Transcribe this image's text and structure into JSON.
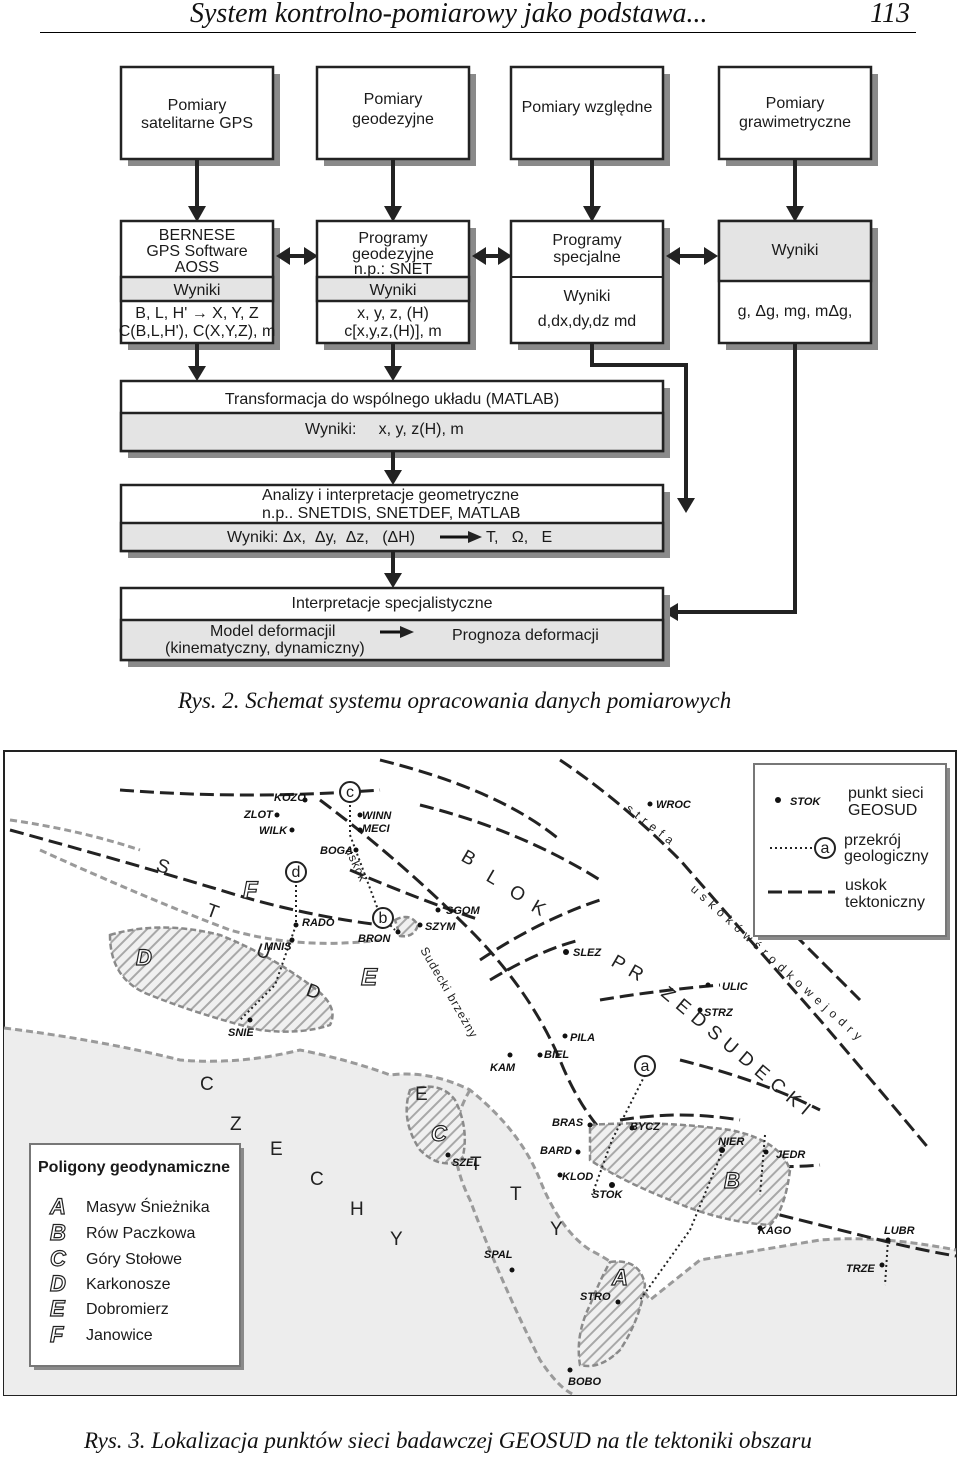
{
  "header": {
    "title": "System  kontrolno-pomiarowy  jako  podstawa...",
    "page": "113"
  },
  "fig2": {
    "top": [
      {
        "l1": "Pomiary",
        "l2": "satelitarne GPS"
      },
      {
        "l1": "Pomiary",
        "l2": "geodezyjne"
      },
      {
        "l1": "Pomiary względne",
        "l2": ""
      },
      {
        "l1": "Pomiary",
        "l2": "grawimetryczne"
      }
    ],
    "prog": [
      {
        "l1": "BERNESE",
        "l2": "GPS Software",
        "l3": "AOSS",
        "w": "Wyniki",
        "r1": "B, L, H' → X, Y, Z",
        "r2": "C(B,L,H'), C(X,Y,Z), m"
      },
      {
        "l1": "Programy",
        "l2": "geodezyjne",
        "l3": "n.p.:  SNET",
        "w": "Wyniki",
        "r1": "x, y, z, (H)",
        "r2": "c[x,y,z,(H)], m"
      },
      {
        "l1": "Programy",
        "l2": "specjalne",
        "l3": "",
        "w": "Wyniki",
        "r1": "d,dx,dy,dz  md",
        "r2": ""
      },
      {
        "l1": "Wyniki",
        "l2": "",
        "l3": "",
        "w": "",
        "r1": "g, Δg,  mg, mΔg,",
        "r2": ""
      }
    ],
    "transform": {
      "title": "Transformacja do wspólnego układu (MATLAB)",
      "result": "Wyniki:     x, y, z(H), m"
    },
    "analysis": {
      "l1": "Analizy i interpretacje geometryczne",
      "l2": "n.p.. SNETDIS, SNETDEF, MATLAB",
      "l3a": "Wyniki: Δx,  Δy,  Δz,   (ΔH)",
      "l3b": "T,   Ω,   E"
    },
    "interp": {
      "title": "Interpretacje specjalistyczne",
      "left1": "Model deformacjil",
      "left2": "(kinematyczny, dynamiczny)",
      "right": "Prognoza deformacji"
    },
    "caption": "Rys. 2. Schemat systemu opracowania danych pomiarowych"
  },
  "fig3": {
    "legend": {
      "point": "STOK",
      "point_desc1": "punkt sieci",
      "point_desc2": "GEOSUD",
      "xsec_mark": "a",
      "xsec_desc1": "przekrój",
      "xsec_desc2": "geologiczny",
      "fault_desc1": "uskok",
      "fault_desc2": "tektoniczny"
    },
    "polygons_title": "Poligony geodynamiczne",
    "polygons": [
      {
        "letter": "A",
        "name": "Masyw Śnieżnika"
      },
      {
        "letter": "B",
        "name": "Rów Paczkowa"
      },
      {
        "letter": "C",
        "name": "Góry Stołowe"
      },
      {
        "letter": "D",
        "name": "Karkonosze"
      },
      {
        "letter": "E",
        "name": "Dobromierz"
      },
      {
        "letter": "F",
        "name": "Janowice"
      }
    ],
    "stations": [
      "KOZO",
      "ZLOT",
      "WILK",
      "WINN",
      "MECI",
      "BOGA",
      "RADO",
      "MNIS",
      "SNIE",
      "SGOM",
      "SZYM",
      "BRON",
      "SLEZ",
      "ULIC",
      "STRZ",
      "PILA",
      "BIEL",
      "KAM",
      "BRAS",
      "BYCZ",
      "NIER",
      "JEDR",
      "BARD",
      "KLOD",
      "STOK",
      "SZEL",
      "KAGO",
      "LUBR",
      "TRZE",
      "SPAL",
      "STRO",
      "BOBO",
      "WROC"
    ],
    "xsec_letters": [
      "a",
      "b",
      "c",
      "d"
    ],
    "regions": {
      "sudety": "SUDETY",
      "czechy": "CZECHY",
      "blok": "BLOK PRZEDSUDECKI",
      "strefa": "strefa uskoków środkowej odry",
      "sud_brzezny": "Sudecki brzeżny",
      "uskok": "uskok"
    },
    "caption": "Rys. 3. Lokalizacja punktów sieci badawczej GEOSUD na tle tektoniki obszaru"
  }
}
